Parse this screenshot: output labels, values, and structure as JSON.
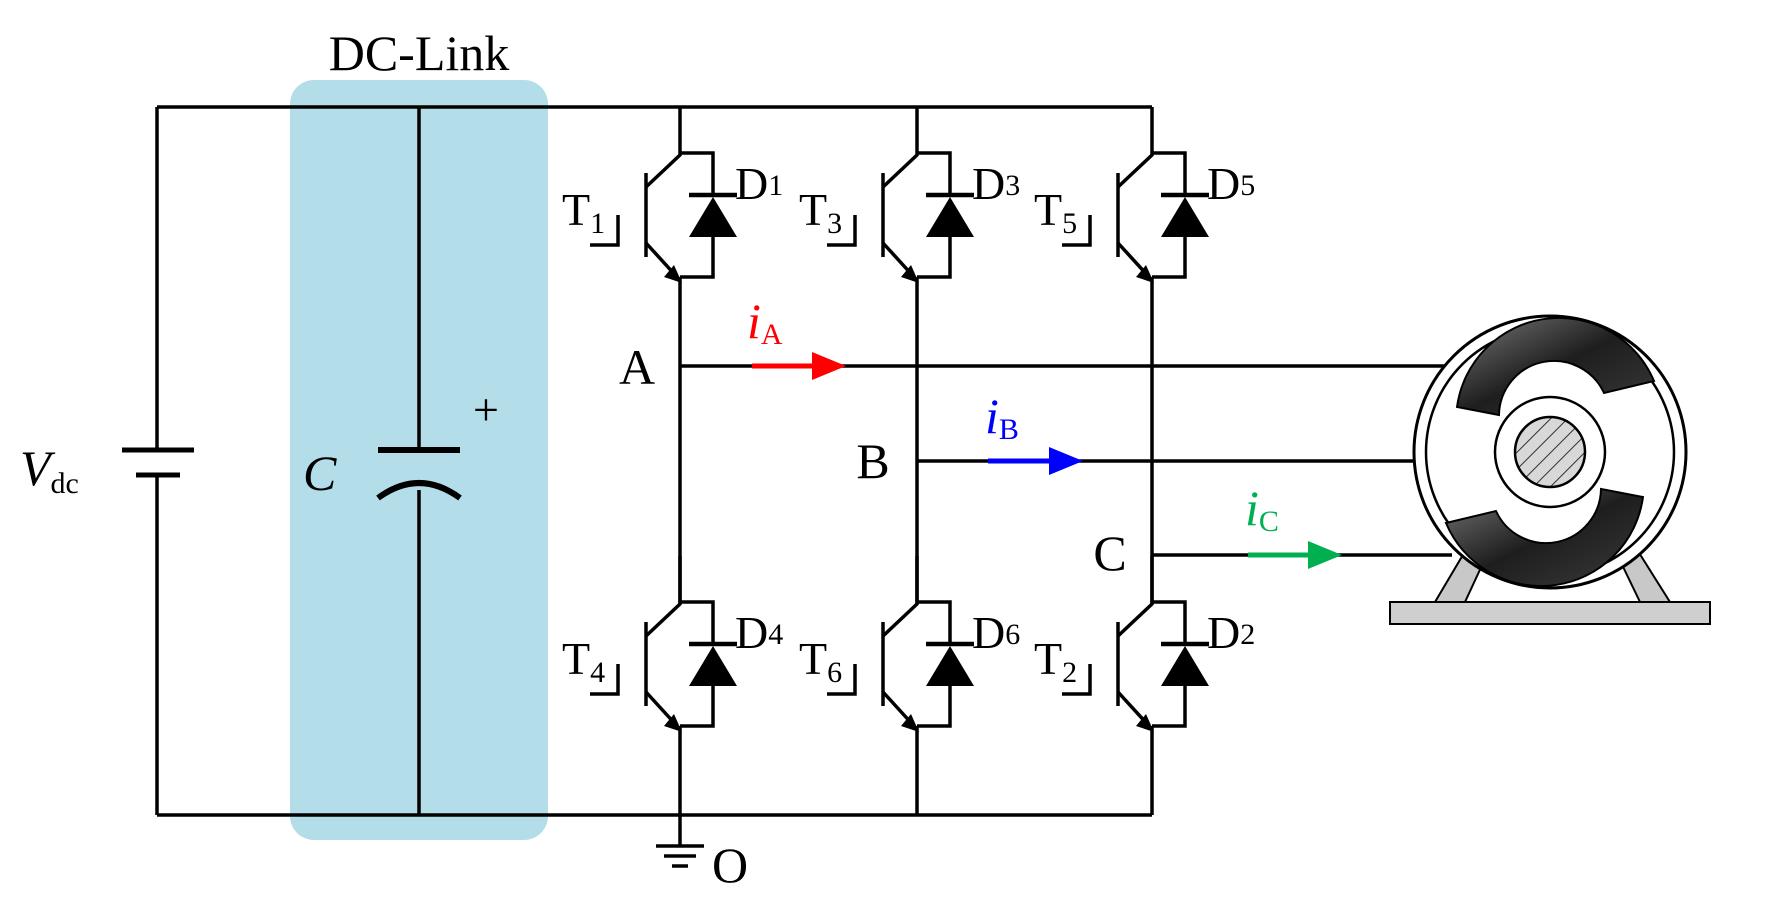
{
  "dclink": {
    "title": "DC-Link",
    "highlight_color": "#b3dde8"
  },
  "source": {
    "symbol": "V",
    "subscript": "dc"
  },
  "capacitor": {
    "symbol": "C",
    "polarity": "+"
  },
  "nodes": {
    "a": "A",
    "b": "B",
    "c": "C",
    "ground": "O"
  },
  "switches": [
    {
      "t": "T",
      "t_sub": "1",
      "d": "D",
      "d_sub": "1"
    },
    {
      "t": "T",
      "t_sub": "3",
      "d": "D",
      "d_sub": "3"
    },
    {
      "t": "T",
      "t_sub": "5",
      "d": "D",
      "d_sub": "5"
    },
    {
      "t": "T",
      "t_sub": "4",
      "d": "D",
      "d_sub": "4"
    },
    {
      "t": "T",
      "t_sub": "6",
      "d": "D",
      "d_sub": "6"
    },
    {
      "t": "T",
      "t_sub": "2",
      "d": "D",
      "d_sub": "2"
    }
  ],
  "currents": [
    {
      "symbol": "i",
      "subscript": "A",
      "color": "#ff0000"
    },
    {
      "symbol": "i",
      "subscript": "B",
      "color": "#0000ff"
    },
    {
      "symbol": "i",
      "subscript": "C",
      "color": "#00b050"
    }
  ]
}
